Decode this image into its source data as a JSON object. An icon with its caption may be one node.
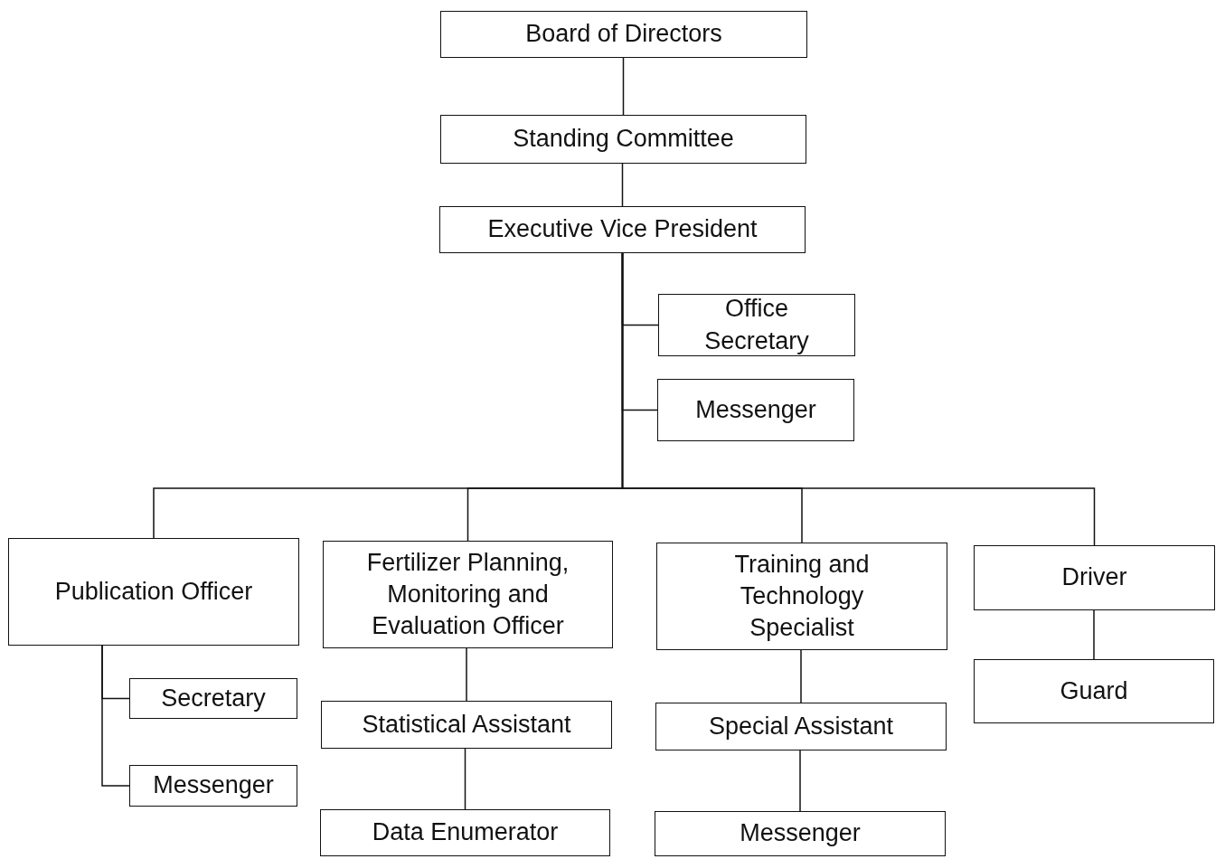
{
  "diagram": {
    "nodes": [
      {
        "text": [
          "Board of Directors"
        ]
      },
      {
        "text": [
          "Standing Committee"
        ]
      },
      {
        "text": [
          "Executive Vice President"
        ]
      },
      {
        "text": [
          "Office Secretary"
        ]
      },
      {
        "text": [
          "Messenger"
        ]
      },
      {
        "text": [
          "Publication Officer"
        ]
      },
      {
        "text": [
          "Fertilizer Planning, Monitoring and Evaluation Officer"
        ]
      },
      {
        "text": [
          "Training and Technology Specialist"
        ]
      },
      {
        "text": [
          "Driver"
        ]
      },
      {
        "text": [
          "Secretary"
        ]
      },
      {
        "text": [
          "Messenger"
        ]
      },
      {
        "text": [
          "Statistical Assistant"
        ]
      },
      {
        "text": [
          "Data Enumerator"
        ]
      },
      {
        "text": [
          "Special Assistant"
        ]
      },
      {
        "text": [
          "Messenger"
        ]
      },
      {
        "text": [
          "Guard"
        ]
      }
    ],
    "edges": [
      {
        "from": 0,
        "to": 1,
        "arrow": "none"
      },
      {
        "from": 1,
        "to": 2,
        "arrow": "none"
      },
      {
        "from": 2,
        "to": 3,
        "arrow": "none"
      },
      {
        "from": 2,
        "to": 4,
        "arrow": "none"
      },
      {
        "from": 2,
        "to": 5,
        "arrow": "none"
      },
      {
        "from": 2,
        "to": 6,
        "arrow": "none"
      },
      {
        "from": 2,
        "to": 7,
        "arrow": "none"
      },
      {
        "from": 2,
        "to": 8,
        "arrow": "none"
      },
      {
        "from": 5,
        "to": 9,
        "arrow": "none"
      },
      {
        "from": 5,
        "to": 10,
        "arrow": "none"
      },
      {
        "from": 6,
        "to": 11,
        "arrow": "none"
      },
      {
        "from": 11,
        "to": 12,
        "arrow": "none"
      },
      {
        "from": 7,
        "to": 13,
        "arrow": "none"
      },
      {
        "from": 13,
        "to": 14,
        "arrow": "none"
      },
      {
        "from": 8,
        "to": 15,
        "arrow": "none"
      }
    ]
  }
}
